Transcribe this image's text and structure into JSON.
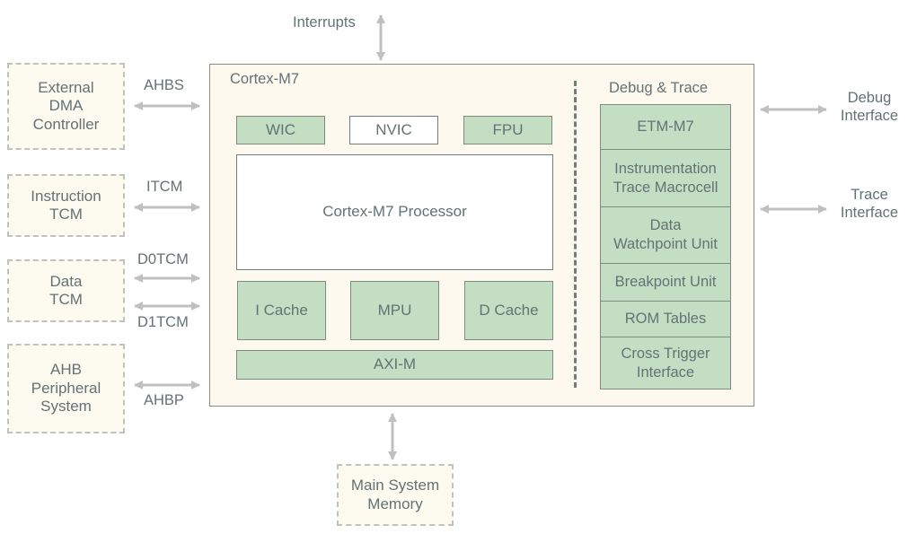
{
  "diagram": {
    "title": "Cortex-M7",
    "external_blocks": [
      {
        "id": "dma",
        "label": "External\nDMA\nController"
      },
      {
        "id": "itcm",
        "label": "Instruction\nTCM"
      },
      {
        "id": "dtcm",
        "label": "Data\nTCM"
      },
      {
        "id": "ahbp",
        "label": "AHB\nPeripheral\nSystem"
      },
      {
        "id": "mem",
        "label": "Main System\nMemory"
      }
    ],
    "bus_labels": {
      "ahbs": "AHBS",
      "itcm": "ITCM",
      "d0tcm": "D0TCM",
      "d1tcm": "D1TCM",
      "ahbp": "AHBP",
      "interrupts": "Interrupts",
      "debug_interface": "Debug\nInterface",
      "trace_interface": "Trace\nInterface"
    },
    "core_blocks": {
      "wic": "WIC",
      "nvic": "NVIC",
      "fpu": "FPU",
      "processor": "Cortex-M7 Processor",
      "icache": "I Cache",
      "mpu": "MPU",
      "dcache": "D Cache",
      "axim": "AXI-M"
    },
    "debug_trace": {
      "title": "Debug & Trace",
      "units": [
        "ETM-M7",
        "Instrumentation\nTrace Macrocell",
        "Data\nWatchpoint Unit",
        "Breakpoint Unit",
        "ROM Tables",
        "Cross Trigger\nInterface"
      ]
    },
    "colors": {
      "component_fill": "#c4dec4",
      "core_fill": "#fdf9ef",
      "external_fill": "#fdfaf0",
      "arrow": "#c0c0c0",
      "text": "#637274"
    }
  }
}
